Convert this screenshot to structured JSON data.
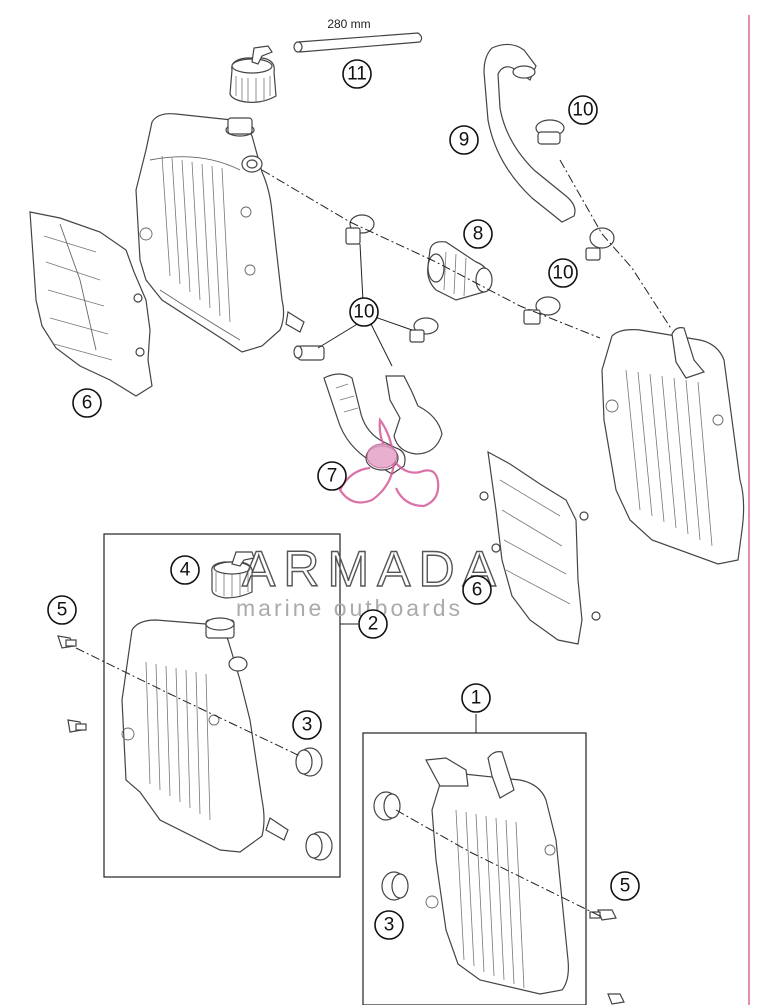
{
  "dimension_label": "280 mm",
  "callouts": {
    "c11": "11",
    "c9": "9",
    "c10a": "10",
    "c10b": "10",
    "c10c": "10",
    "c8": "8",
    "c6a": "6",
    "c6b": "6",
    "c7": "7",
    "c4": "4",
    "c2": "2",
    "c5a": "5",
    "c5b": "5",
    "c3a": "3",
    "c3b": "3",
    "c1": "1"
  },
  "watermark": {
    "name": "ARMADA",
    "tagline": "marine outboards"
  },
  "colors": {
    "accent_line": "#e06a8c",
    "logo_pink": "#d45a9a"
  }
}
